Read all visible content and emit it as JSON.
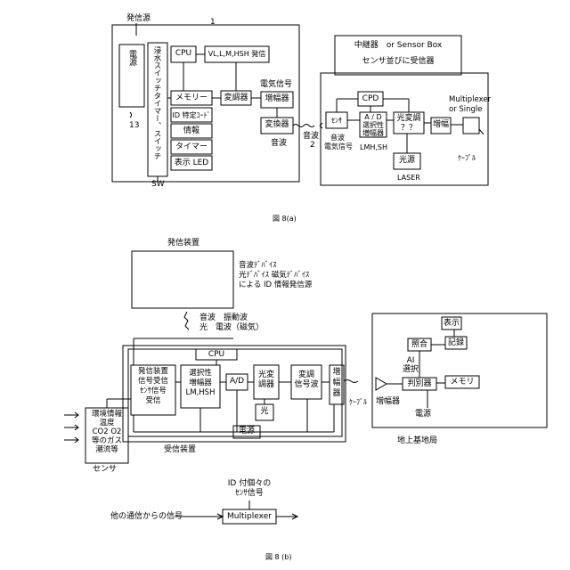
{
  "fig_a": {
    "top_label": "発信源",
    "num_1": "1",
    "power": "電源",
    "num_13": "13",
    "vertical_text": "浸水スイッチタイマー、スイッチ",
    "sw": "SW",
    "cpu": "CPU",
    "freq": "VL,L,M,HSH 発信",
    "memory": "メモリー",
    "id_code": "ID 特定ｺｰﾄﾞ",
    "info": "情報",
    "timer": "タイマー",
    "led": "表示 LED",
    "transformer": "変調器",
    "elec_signal": "電気信号",
    "amp": "増幅器",
    "converter": "変換器",
    "sound_wave_out": "音波",
    "sound_wave_in": "音波",
    "num_2": "2",
    "relay_title": "中継器　or Sensor Box",
    "relay_sub": "センサ並びに受信器",
    "cpd": "CPD",
    "sensor": "ｾﾝｻ",
    "ad": "A / D\n選択性\n増幅器",
    "lmh": "LMH,SH",
    "sound_elec": "音波\n電気信号",
    "optmod": "光変調\n？？",
    "light_src": "光源",
    "laser": "LASER",
    "zoufuku": "増幅",
    "mux_label": "Multiplexer\nor Single",
    "cable": "ｹｰﾌﾞﾙ",
    "caption": "図 8(a)"
  },
  "fig_b": {
    "device_title": "発信装置",
    "device_desc": "音波ﾃﾞﾊﾞｲｽ\n光ﾃﾞﾊﾞｲｽ 磁気ﾃﾞﾊﾞｲｽ\nによる ID 情報発信源",
    "waves": "音波　振動波\n光　電波（磁気）",
    "cpu": "CPU",
    "recv": "発信装置\n信号受信\nｾﾝｻ信号\n受信",
    "sel_amp": "選択性\n増幅器\nLM,HSH",
    "ad": "A/D",
    "optmod": "光変\n調器",
    "light": "光",
    "conv": "変調\n信号波",
    "amp": "増\n幅\n器",
    "power": "電源",
    "receiver_label": "受信装置",
    "env": "環境情報\n温度\nCO2 O2\n等のガス\n潮流等",
    "sensor": "センサ",
    "cable": "ｹｰﾌﾞﾙ",
    "amp2": "増幅器",
    "display": "表示",
    "record": "記録",
    "collate": "照合",
    "ai": "AI\n選択",
    "discrim": "判別器",
    "memory": "メモリ",
    "power2": "電源",
    "ground": "地上基地局",
    "id_signal": "ID 付個々の\nｾﾝｻ信号",
    "other": "他の通信からの信号",
    "mux": "Multiplexer",
    "caption": "図 8 (b)"
  }
}
